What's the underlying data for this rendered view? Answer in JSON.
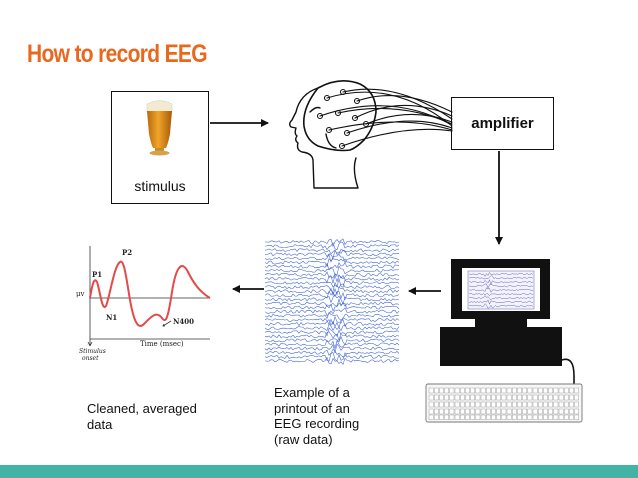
{
  "slide": {
    "title": "How to record EEG",
    "accent_color": "#e8691e",
    "footer_color": "#43b3a6"
  },
  "stimulus": {
    "label": "stimulus",
    "icon": "beer-glass-icon"
  },
  "amplifier": {
    "label": "amplifier"
  },
  "computer": {
    "icon": "computer-monitor-icon",
    "keyboard_icon": "keyboard-icon"
  },
  "head": {
    "icon": "head-with-electrode-cap-icon"
  },
  "raw_recording": {
    "caption": "Example of a\nprintout of an\nEEG recording\n(raw data)",
    "trace_color": "#3a5fd0"
  },
  "erp_plot": {
    "caption": "Cleaned, averaged\ndata",
    "trace_color": "#e34a4a",
    "labels": {
      "p1": "P1",
      "p2": "P2",
      "n1": "N1",
      "n400": "N400",
      "uv": "μv",
      "time_axis": "Time (msec)",
      "stimulus": "Stimulus",
      "onset": "onset"
    }
  }
}
